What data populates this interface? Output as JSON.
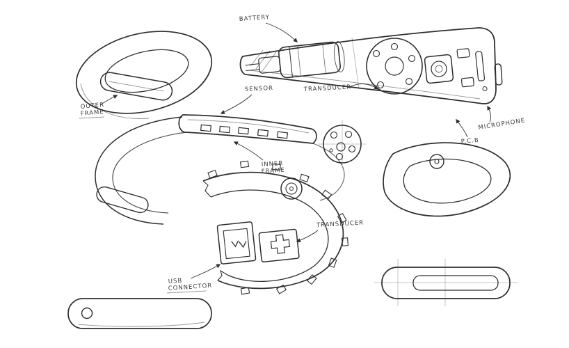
{
  "canvas": {
    "background": "#ffffff"
  },
  "style": {
    "ink": "#2e2e2e",
    "construction": "#b5b5b5",
    "label_color": "#3a3a3a"
  },
  "labels": {
    "battery": "BATTERY",
    "sensor": "SENSOR",
    "transducer_top": "TRANSDUCER",
    "outer_frame_line1": "OUTER",
    "outer_frame_line2": "FRAME",
    "inner_frame_line1": "INNER",
    "inner_frame_line2": "FRAME",
    "microphone": "MICROPHONE",
    "pcb": "P.C.B",
    "transducer_mid": "TRANSDUCER",
    "usb_line1": "USB",
    "usb_line2": "CONNECTOR"
  }
}
